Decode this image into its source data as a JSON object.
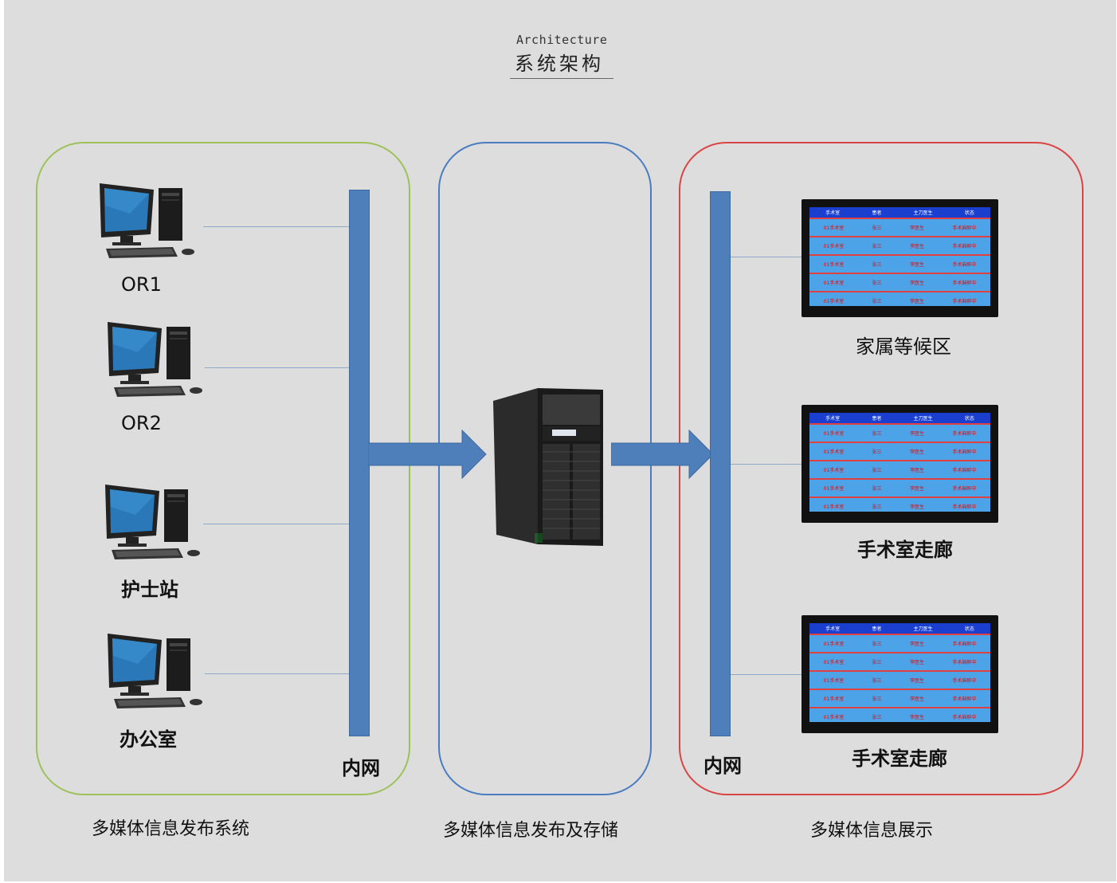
{
  "header": {
    "title_en": "Architecture",
    "title_cn": "系统架构"
  },
  "left_group": {
    "caption": "多媒体信息发布系统",
    "bus_label": "内网",
    "computers": [
      {
        "label": "OR1"
      },
      {
        "label": "OR2"
      },
      {
        "label": "护士站"
      },
      {
        "label": "办公室"
      }
    ]
  },
  "middle_group": {
    "caption": "多媒体信息发布及存储",
    "server_brand": ""
  },
  "right_group": {
    "caption": "多媒体信息展示",
    "bus_label": "内网",
    "displays": [
      {
        "label": "家属等候区"
      },
      {
        "label": "手术室走廊"
      },
      {
        "label": "手术室走廊"
      }
    ],
    "screen_table": {
      "headers": [
        "手术室",
        "患者",
        "主刀医生",
        "状态"
      ],
      "rows": [
        [
          "01手术室",
          "张三",
          "李医生",
          "手术麻醉中"
        ],
        [
          "01手术室",
          "张三",
          "李医生",
          "手术麻醉中"
        ],
        [
          "01手术室",
          "张三",
          "李医生",
          "手术麻醉中"
        ],
        [
          "01手术室",
          "张三",
          "李医生",
          "手术麻醉中"
        ],
        [
          "01手术室",
          "张三",
          "李医生",
          "手术麻醉中"
        ]
      ]
    }
  },
  "colors": {
    "background": "#dddddd",
    "left_border": "#9dc25a",
    "middle_border": "#4a7cc0",
    "right_border": "#d94545",
    "bus": "#4e7fba",
    "screen_bg": "#4da3e8",
    "screen_header": "#1a3fcf",
    "screen_text": "#d81010"
  }
}
